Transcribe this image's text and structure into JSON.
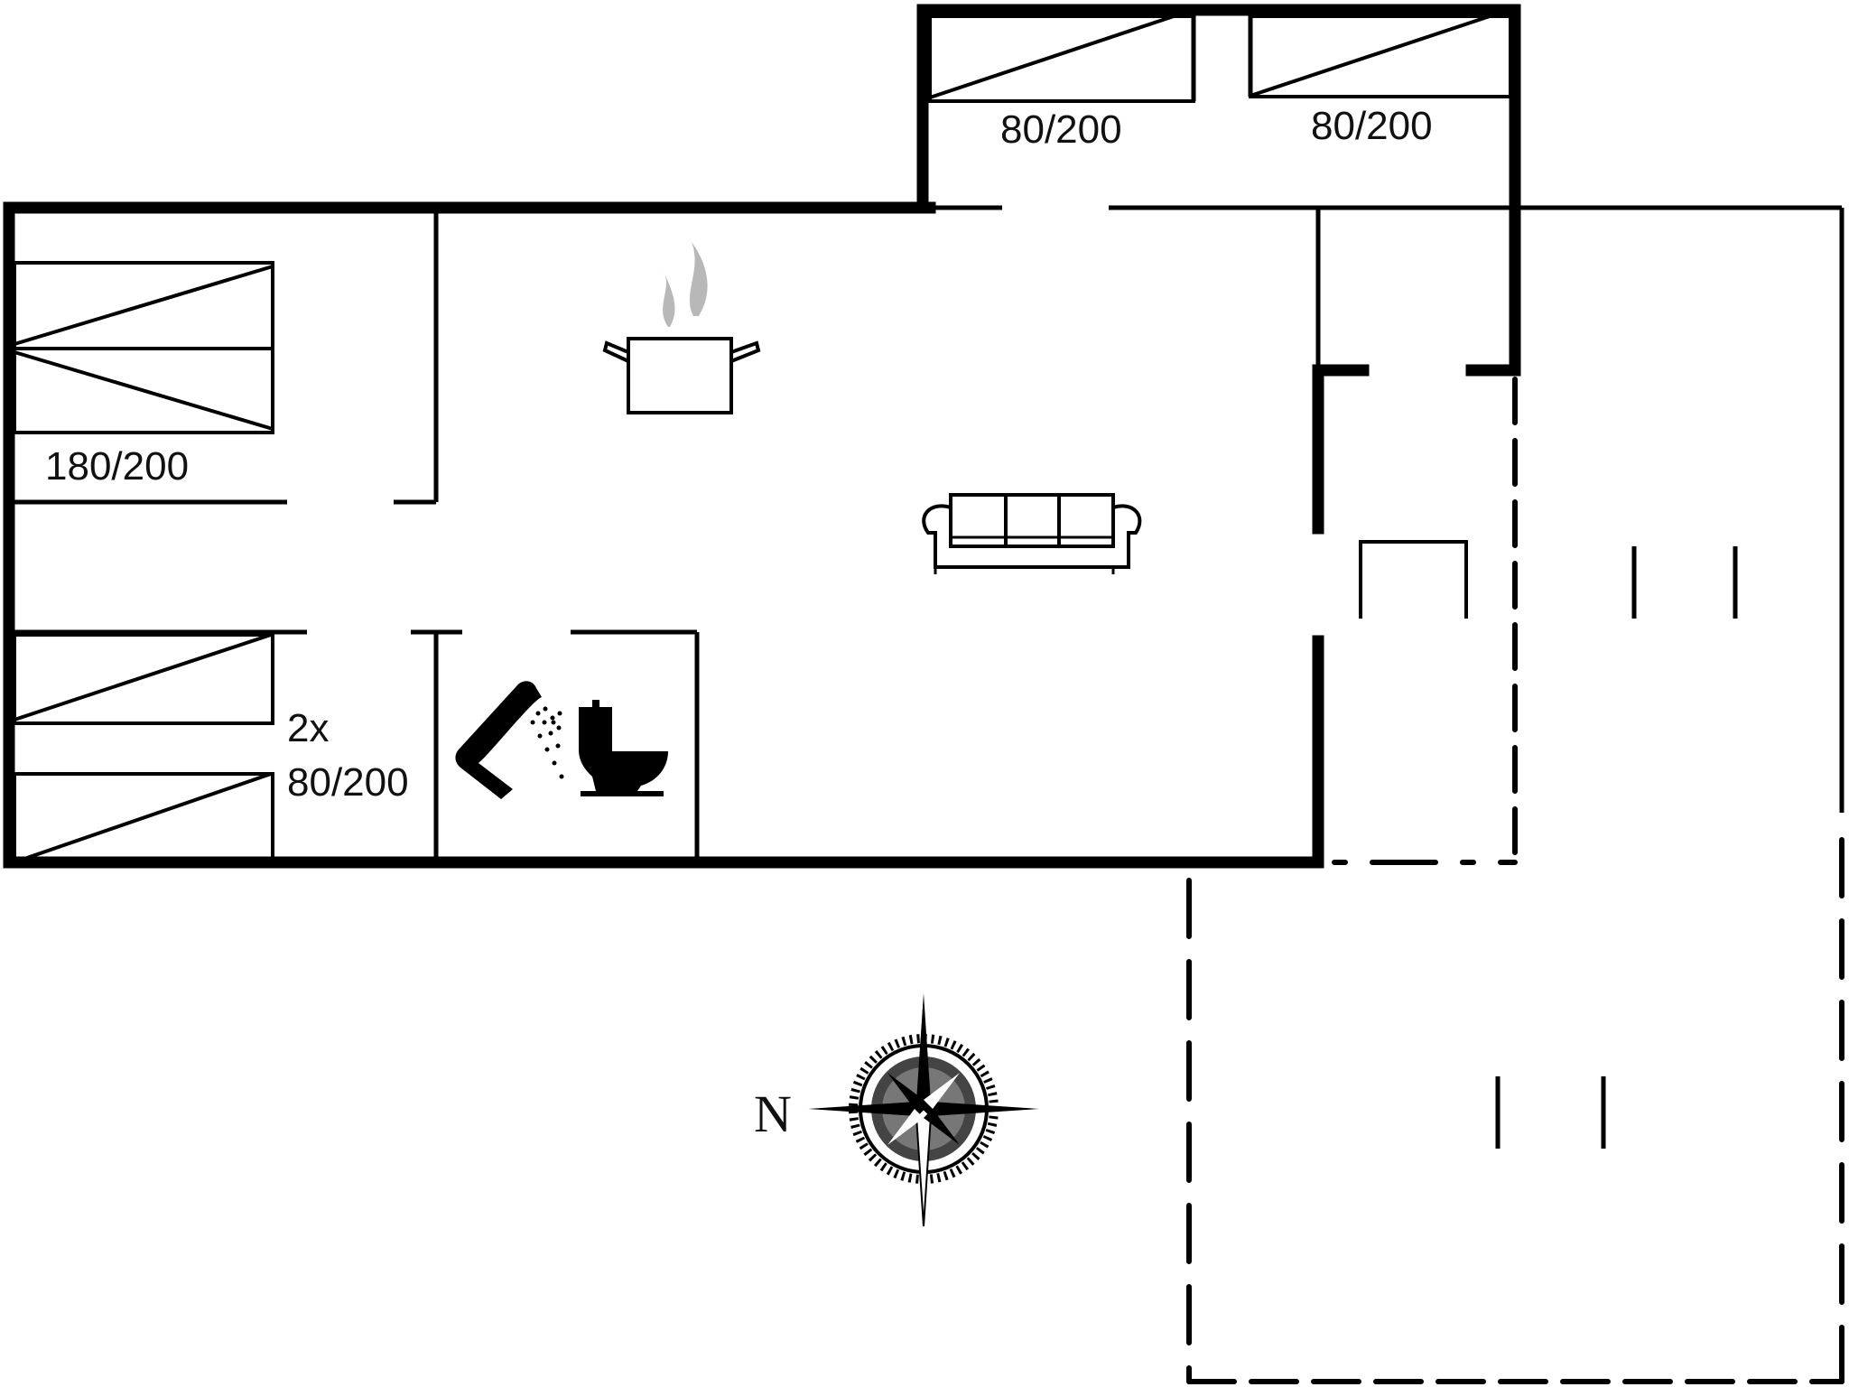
{
  "floorplan": {
    "rooms": {
      "top_bedroom": {
        "bed_left_label": "80/200",
        "bed_right_label": "80/200"
      },
      "left_bedroom": {
        "bed_label": "180/200"
      },
      "bottom_bedroom": {
        "bed_count_label": "2x",
        "bed_label": "80/200"
      },
      "bathroom": {
        "icons": [
          "shower-icon",
          "toilet-icon"
        ]
      },
      "kitchen_living": {
        "icons": [
          "cooking-pot-icon",
          "sofa-icon"
        ]
      },
      "entrance": {
        "icons": [
          "cabinet-icon"
        ]
      }
    },
    "compass": {
      "north_label": "N",
      "icon": "compass-rose-icon"
    },
    "colors": {
      "line": "#000000",
      "steam": "#b8b8b8",
      "background": "#ffffff"
    }
  }
}
